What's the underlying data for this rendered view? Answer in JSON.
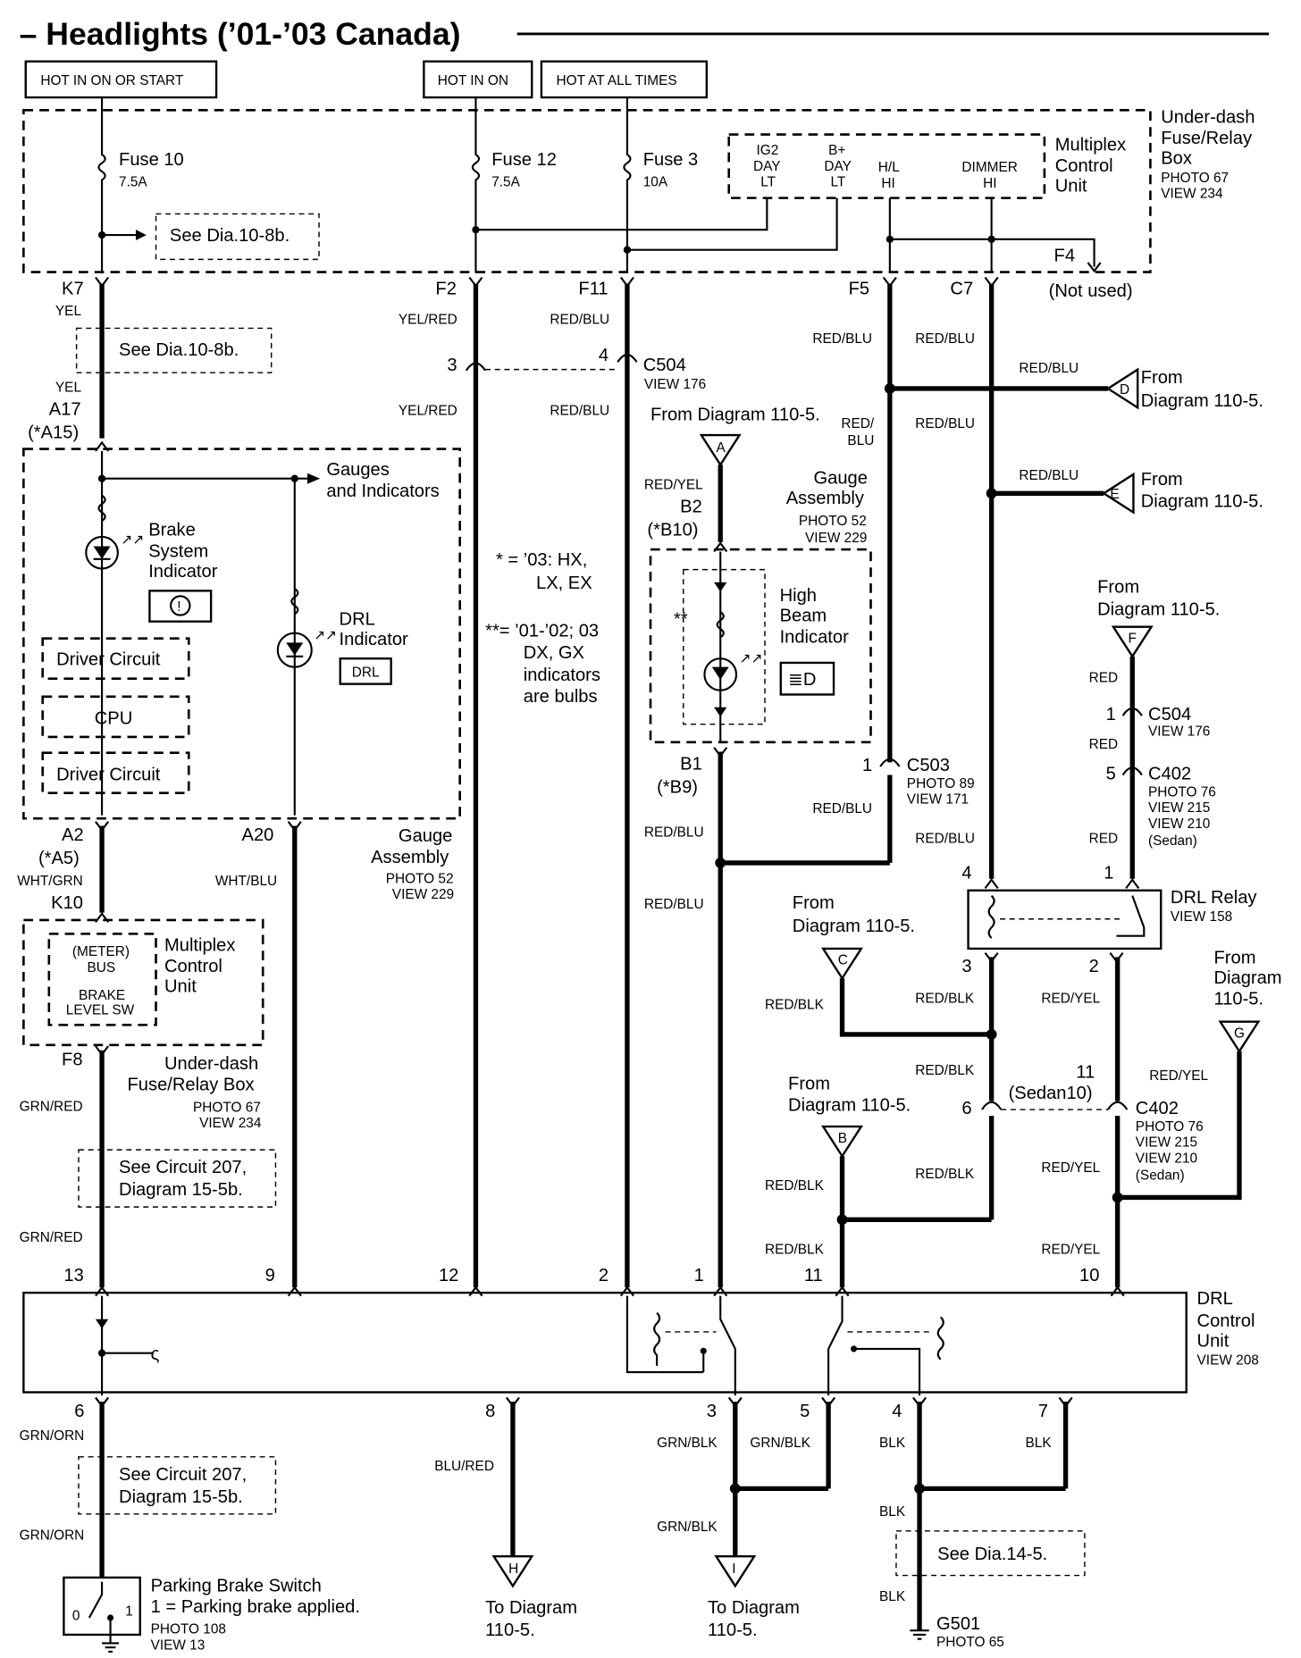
{
  "title": "– Headlights (’01-’03 Canada)",
  "power_labels": {
    "hot_on_start": "HOT IN ON OR START",
    "hot_on": "HOT IN ON",
    "hot_all": "HOT AT ALL TIMES"
  },
  "fusebox": {
    "label_1": "Under-dash",
    "label_2": "Fuse/Relay",
    "label_3": "Box",
    "photo": "PHOTO 67",
    "view": "VIEW 234",
    "fuse10": "Fuse 10",
    "fuse10_amp": "7.5A",
    "fuse12": "Fuse 12",
    "fuse12_amp": "7.5A",
    "fuse3": "Fuse 3",
    "fuse3_amp": "10A",
    "see_10_8b": "See Dia.10-8b.",
    "f4": "F4",
    "not_used": "(Not used)"
  },
  "mcu_top": {
    "ig2_1": "IG2",
    "ig2_2": "DAY",
    "ig2_3": "LT",
    "bp_1": "B+",
    "bp_2": "DAY",
    "bp_3": "LT",
    "hl_1": "H/L",
    "hl_2": "HI",
    "dim_1": "DIMMER",
    "dim_2": "HI",
    "name_1": "Multiplex",
    "name_2": "Control",
    "name_3": "Unit"
  },
  "terminals": {
    "k7": "K7",
    "f2": "F2",
    "f11": "F11",
    "f5": "F5",
    "c7": "C7",
    "a17": "A17",
    "a15": "(*A15)",
    "a2": "A2",
    "a5": "(*A5)",
    "a20": "A20",
    "k10": "K10",
    "f8": "F8",
    "b2": "B2",
    "b10": "(*B10)",
    "b1": "B1",
    "b9": "(*B9)"
  },
  "wires": {
    "yel": "YEL",
    "yel_red": "YEL/RED",
    "red_blu": "RED/BLU",
    "red_slash": "RED/",
    "blu": "BLU",
    "red_yel": "RED/YEL",
    "wht_grn": "WHT/GRN",
    "wht_blu": "WHT/BLU",
    "grn_red": "GRN/RED",
    "grn_orn": "GRN/ORN",
    "red_blk": "RED/BLK",
    "blu_red": "BLU/RED",
    "grn_blk": "GRN/BLK",
    "blk": "BLK",
    "red": "RED"
  },
  "connectors": {
    "c504": "C504",
    "view176": "VIEW 176",
    "c503": "C503",
    "photo89": "PHOTO 89",
    "view171": "VIEW 171",
    "c402": "C402",
    "photo76": "PHOTO 76",
    "view215": "VIEW 215",
    "view210": "VIEW 210",
    "sedan": "(Sedan)",
    "sedan10": "(Sedan10)",
    "pin1": "1",
    "pin2": "2",
    "pin3": "3",
    "pin4": "4",
    "pin5": "5",
    "pin6": "6",
    "pin7": "7",
    "pin8": "8",
    "pin9": "9",
    "pin10": "10",
    "pin11": "11",
    "pin12": "12",
    "pin13": "13"
  },
  "gauges": {
    "see_10_8b": "See Dia.10-8b.",
    "gauges_1": "Gauges",
    "gauges_2": "and Indicators",
    "brake_1": "Brake",
    "brake_2": "System",
    "brake_3": "Indicator",
    "drl_1": "DRL",
    "drl_2": "Indicator",
    "drl_badge": "DRL",
    "driver": "Driver Circuit",
    "cpu": "CPU",
    "asm_1": "Gauge",
    "asm_2": "Assembly",
    "photo52": "PHOTO 52",
    "view229": "VIEW 229"
  },
  "notes": {
    "n1a": "* = ’03: HX,",
    "n1b": "LX, EX",
    "n2a": "**= ’01-’02; 03",
    "n2b": "DX, GX",
    "n2c": "indicators",
    "n2d": "are bulbs",
    "stars": "**"
  },
  "highbeam": {
    "h1": "High",
    "h2": "Beam",
    "h3": "Indicator",
    "asm_1": "Gauge",
    "asm_2": "Assembly",
    "photo": "PHOTO 52",
    "view": "VIEW 229"
  },
  "from": {
    "from": "From",
    "from_diagram": "From Diagram 110-5.",
    "diagram": "Diagram 110-5.",
    "diagram_only": "Diagram",
    "diag_num": "110-5.",
    "a": "A",
    "b": "B",
    "c": "C",
    "d": "D",
    "e": "E",
    "f": "F",
    "g": "G",
    "h": "H",
    "i": "I"
  },
  "drl_relay": {
    "name": "DRL Relay",
    "view": "VIEW 158"
  },
  "mcu_bottom": {
    "meter": "(METER)",
    "bus": "BUS",
    "brake": "BRAKE",
    "level": "LEVEL SW",
    "name_1": "Multiplex",
    "name_2": "Control",
    "name_3": "Unit",
    "box_1": "Under-dash",
    "box_2": "Fuse/Relay Box",
    "photo": "PHOTO 67",
    "view": "VIEW 234"
  },
  "circuit207": {
    "line1": "See Circuit 207,",
    "line2": "Diagram 15-5b."
  },
  "drl_unit": {
    "l1": "DRL",
    "l2": "Control",
    "l3": "Unit",
    "view": "VIEW 208"
  },
  "bottom": {
    "pbs_1": "Parking Brake Switch",
    "pbs_2": "1 =  Parking brake applied.",
    "pbs_photo": "PHOTO 108",
    "pbs_view": "VIEW 13",
    "sw0": "0",
    "sw1": "1",
    "to_diagram": "To Diagram",
    "diag_num": "110-5.",
    "see_14_5": "See Dia.14-5.",
    "g501": "G501",
    "photo65": "PHOTO 65"
  }
}
